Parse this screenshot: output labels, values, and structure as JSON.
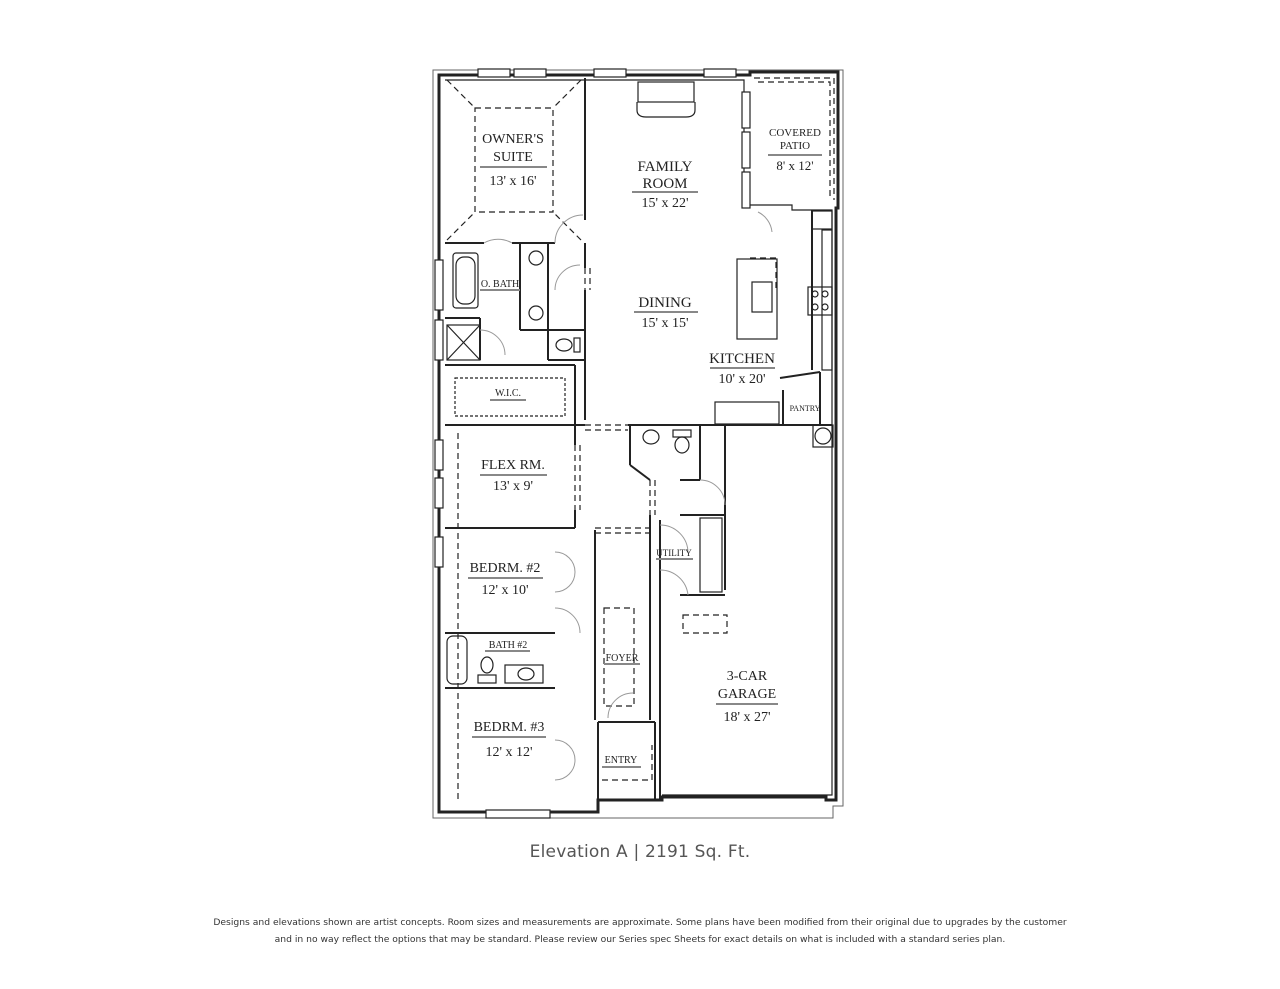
{
  "plan": {
    "elevation": "Elevation A",
    "separator": "|",
    "square_feet": "2191 Sq. Ft.",
    "caption": "Elevation A | 2191 Sq. Ft.",
    "rooms": {
      "owners_suite": {
        "name_line1": "OWNER'S",
        "name_line2": "SUITE",
        "size": "13' x 16'"
      },
      "family_room": {
        "name_line1": "FAMILY",
        "name_line2": "ROOM",
        "size": "15' x 22'"
      },
      "covered_patio": {
        "name_line1": "COVERED",
        "name_line2": "PATIO",
        "size": "8' x 12'"
      },
      "o_bath": {
        "name": "O. BATH"
      },
      "dining": {
        "name": "DINING",
        "size": "15' x 15'"
      },
      "kitchen": {
        "name": "KITCHEN",
        "size": "10' x 20'"
      },
      "wic": {
        "name": "W.I.C."
      },
      "pantry": {
        "name": "PANTRY"
      },
      "flex_room": {
        "name": "FLEX RM.",
        "size": "13' x 9'"
      },
      "utility": {
        "name": "UTILITY"
      },
      "bedroom2": {
        "name": "BEDRM. #2",
        "size": "12' x 10'"
      },
      "bath2": {
        "name": "BATH #2"
      },
      "foyer": {
        "name": "FOYER"
      },
      "garage": {
        "name_line1": "3-CAR",
        "name_line2": "GARAGE",
        "size": "18' x 27'"
      },
      "bedroom3": {
        "name": "BEDRM. #3",
        "size": "12' x 12'"
      },
      "entry": {
        "name": "ENTRY"
      }
    }
  },
  "disclaimer": {
    "line1": "Designs and elevations shown are artist concepts. Room sizes and measurements are approximate. Some plans have been modified from their original due to upgrades by the customer",
    "line2": "and in no way reflect the options that may be standard. Please review our Series spec Sheets for exact details on what is included with a standard series plan."
  },
  "colors": {
    "wall": "#222222",
    "label_underline": "#888888",
    "caption_text": "#555555",
    "background": "#ffffff"
  }
}
